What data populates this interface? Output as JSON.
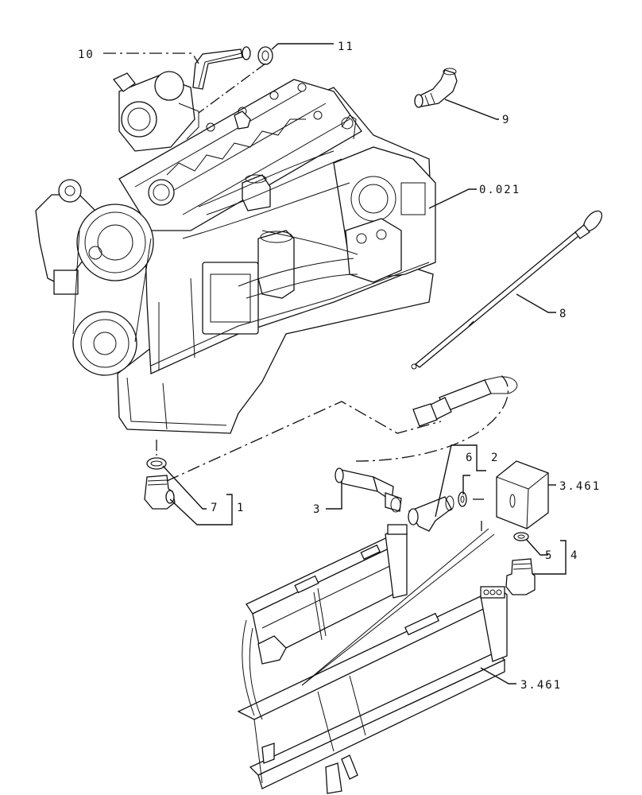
{
  "callouts": [
    {
      "id": "c10",
      "text": "10"
    },
    {
      "id": "c11",
      "text": "11"
    },
    {
      "id": "c9",
      "text": "9"
    },
    {
      "id": "c0021",
      "text": "0.021"
    },
    {
      "id": "c8",
      "text": "8"
    },
    {
      "id": "c6",
      "text": "6"
    },
    {
      "id": "c2",
      "text": "2"
    },
    {
      "id": "c3461a",
      "text": "3.461"
    },
    {
      "id": "c7",
      "text": "7"
    },
    {
      "id": "c1",
      "text": "1"
    },
    {
      "id": "c3",
      "text": "3"
    },
    {
      "id": "c5",
      "text": "5"
    },
    {
      "id": "c4",
      "text": "4"
    },
    {
      "id": "c3461b",
      "text": "3.461"
    }
  ]
}
